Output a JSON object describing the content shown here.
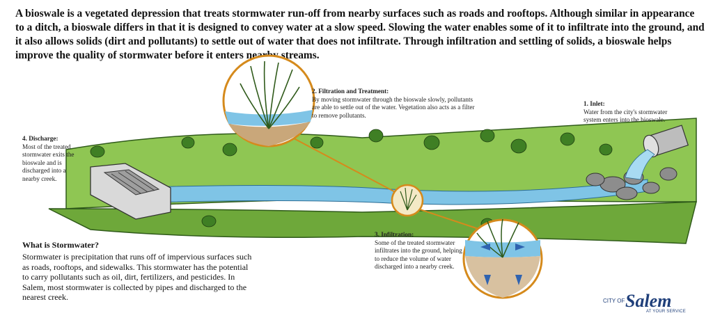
{
  "intro": "A bioswale is a vegetated depression that treats stormwater run-off from nearby surfaces such as roads and rooftops. Although similar in appearance to a ditch, a bioswale differs in that it is designed to convey water at a slow speed. Slowing the water enables some of it to infiltrate into the ground, and it also allows solids (dirt and pollutants) to settle out of water that does not infiltrate. Through infiltration and settling of solids, a bioswale helps improve the quality of stormwater before it enters nearby streams.",
  "callouts": {
    "inlet": {
      "title": "1. Inlet:",
      "text": "Water from the city's stormwater system enters into the bioswale."
    },
    "filtration": {
      "title": "2. Filtration and Treatment:",
      "text": "By moving stormwater through the bioswale slowly, pollutants are able to settle out of the water.  Vegetation also acts as a filter to remove pollutants."
    },
    "infiltration": {
      "title": "3. Infiltration:",
      "text": "Some of the treated stormwater infiltrates into the ground, helping to reduce the volume of water discharged into a nearby creek."
    },
    "discharge": {
      "title": "4. Discharge:",
      "text": "Most of the treated stormwater exits the bioswale and is discharged into a nearby creek."
    }
  },
  "stormwater": {
    "title": "What is Stormwater?",
    "text": "Stormwater is precipitation that runs off of impervious surfaces such as roads, rooftops, and sidewalks. This stormwater has the potential to carry pollutants such as oil, dirt, fertilizers, and pesticides. In Salem, most stormwater is collected by pipes and discharged to the nearest creek."
  },
  "logo": {
    "prefix": "CITY OF",
    "name": "Salem",
    "tagline": "AT YOUR SERVICE"
  },
  "colors": {
    "grass": "#7cb342",
    "grass_dark": "#4e8a2a",
    "water": "#7fc4e6",
    "soil": "#8a6a4a",
    "ring": "#d58a1c",
    "logo": "#1f3f7a"
  },
  "icons": [
    "plant-icon",
    "rock-icon",
    "pipe-icon",
    "grate-icon",
    "arrow-icon"
  ]
}
